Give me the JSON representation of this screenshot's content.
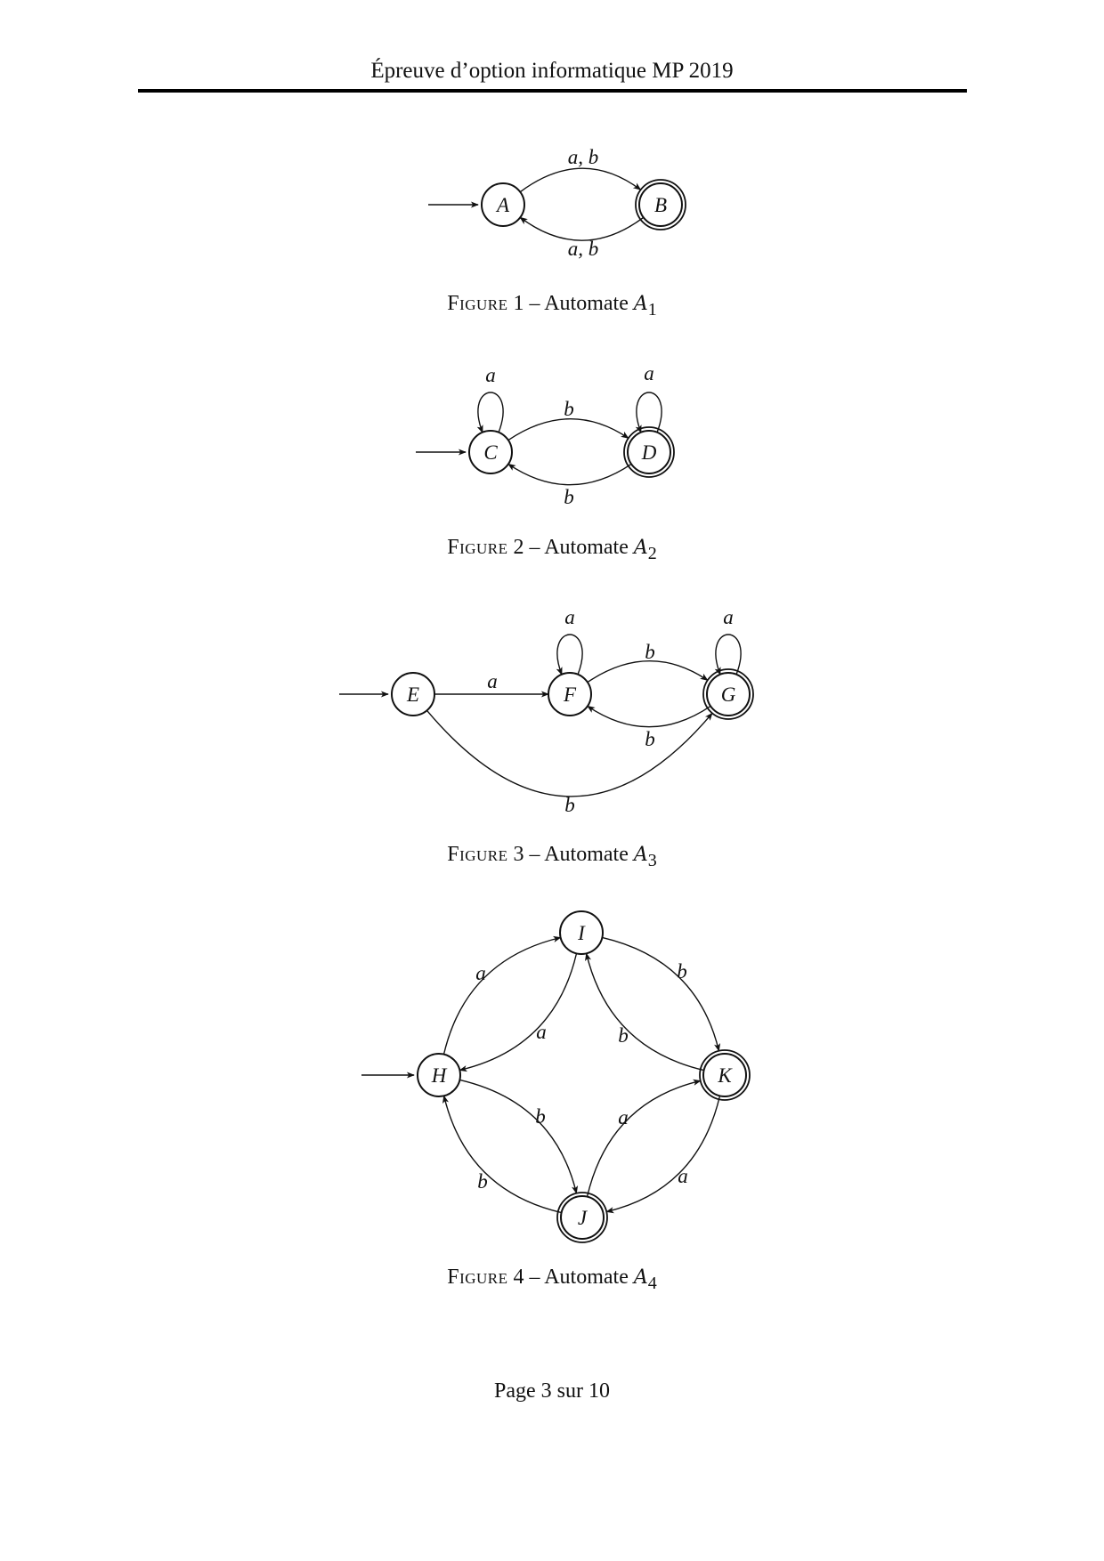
{
  "header": {
    "title": "Épreuve d’option informatique MP 2019"
  },
  "figures": [
    {
      "caption": {
        "prefix": "Figure",
        "number": "1",
        "sep": "–",
        "text": "Automate",
        "symbol": "A",
        "subscript": "1"
      },
      "states": [
        {
          "name": "A",
          "initial": true,
          "accepting": false
        },
        {
          "name": "B",
          "initial": false,
          "accepting": true
        }
      ],
      "transitions": [
        {
          "from": "A",
          "to": "B",
          "label": "a, b"
        },
        {
          "from": "B",
          "to": "A",
          "label": "a, b"
        }
      ]
    },
    {
      "caption": {
        "prefix": "Figure",
        "number": "2",
        "sep": "–",
        "text": "Automate",
        "symbol": "A",
        "subscript": "2"
      },
      "states": [
        {
          "name": "C",
          "initial": true,
          "accepting": false
        },
        {
          "name": "D",
          "initial": false,
          "accepting": true
        }
      ],
      "transitions": [
        {
          "from": "C",
          "to": "C",
          "label": "a"
        },
        {
          "from": "D",
          "to": "D",
          "label": "a"
        },
        {
          "from": "C",
          "to": "D",
          "label": "b"
        },
        {
          "from": "D",
          "to": "C",
          "label": "b"
        }
      ]
    },
    {
      "caption": {
        "prefix": "Figure",
        "number": "3",
        "sep": "–",
        "text": "Automate",
        "symbol": "A",
        "subscript": "3"
      },
      "states": [
        {
          "name": "E",
          "initial": true,
          "accepting": false
        },
        {
          "name": "F",
          "initial": false,
          "accepting": false
        },
        {
          "name": "G",
          "initial": false,
          "accepting": true
        }
      ],
      "transitions": [
        {
          "from": "E",
          "to": "F",
          "label": "a"
        },
        {
          "from": "F",
          "to": "F",
          "label": "a"
        },
        {
          "from": "G",
          "to": "G",
          "label": "a"
        },
        {
          "from": "F",
          "to": "G",
          "label": "b"
        },
        {
          "from": "G",
          "to": "F",
          "label": "b"
        },
        {
          "from": "E",
          "to": "G",
          "label": "b"
        }
      ]
    },
    {
      "caption": {
        "prefix": "Figure",
        "number": "4",
        "sep": "–",
        "text": "Automate",
        "symbol": "A",
        "subscript": "4"
      },
      "states": [
        {
          "name": "H",
          "initial": true,
          "accepting": false
        },
        {
          "name": "I",
          "initial": false,
          "accepting": false
        },
        {
          "name": "J",
          "initial": false,
          "accepting": true
        },
        {
          "name": "K",
          "initial": false,
          "accepting": true
        }
      ],
      "transitions": [
        {
          "from": "H",
          "to": "I",
          "label": "a"
        },
        {
          "from": "I",
          "to": "H",
          "label": "a"
        },
        {
          "from": "I",
          "to": "K",
          "label": "b"
        },
        {
          "from": "K",
          "to": "I",
          "label": "b"
        },
        {
          "from": "H",
          "to": "J",
          "label": "b"
        },
        {
          "from": "J",
          "to": "H",
          "label": "b"
        },
        {
          "from": "J",
          "to": "K",
          "label": "a"
        },
        {
          "from": "K",
          "to": "J",
          "label": "a"
        }
      ]
    }
  ],
  "footer": {
    "page_label": "Page 3 sur 10"
  }
}
